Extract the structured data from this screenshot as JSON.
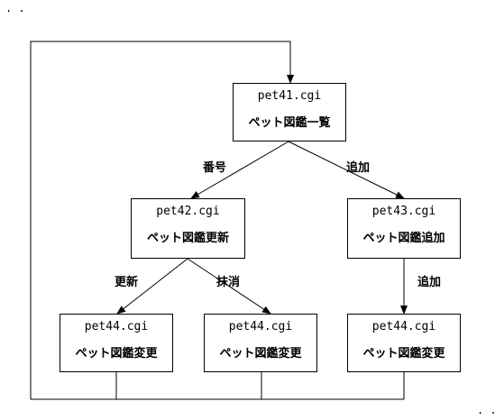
{
  "corner_marks": {
    "top_left": ". .",
    "bottom_right": ". ."
  },
  "nodes": {
    "pet41": {
      "file": "pet41.cgi",
      "title": "ペット図鑑一覧"
    },
    "pet42": {
      "file": "pet42.cgi",
      "title": "ペット図鑑更新"
    },
    "pet43": {
      "file": "pet43.cgi",
      "title": "ペット図鑑追加"
    },
    "pet44_a": {
      "file": "pet44.cgi",
      "title": "ペット図鑑変更"
    },
    "pet44_b": {
      "file": "pet44.cgi",
      "title": "ペット図鑑変更"
    },
    "pet44_c": {
      "file": "pet44.cgi",
      "title": "ペット図鑑変更"
    }
  },
  "edges": {
    "e41_42": {
      "from": "pet41",
      "to": "pet42",
      "label": "番号"
    },
    "e41_43": {
      "from": "pet41",
      "to": "pet43",
      "label": "追加"
    },
    "e42_44a": {
      "from": "pet42",
      "to": "pet44_a",
      "label": "更新"
    },
    "e42_44b": {
      "from": "pet42",
      "to": "pet44_b",
      "label": "抹消"
    },
    "e43_44c": {
      "from": "pet43",
      "to": "pet44_c",
      "label": "追加"
    }
  }
}
